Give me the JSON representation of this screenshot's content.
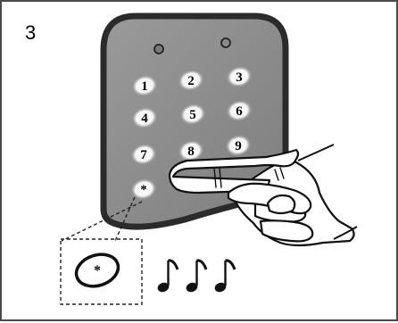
{
  "step": {
    "number": "3"
  },
  "keypad": {
    "keys": [
      "1",
      "2",
      "3",
      "4",
      "5",
      "6",
      "7",
      "8",
      "9",
      "*"
    ]
  },
  "zoom": {
    "key": "*"
  },
  "icons": {
    "indicator_lights": [
      "led-icon",
      "led-icon"
    ],
    "sound": "musical-note-icon",
    "hand": "pointing-hand-icon"
  },
  "colors": {
    "keypad_body": "#8c8c8c",
    "keypad_border": "#2b2b2b",
    "frame": "#4a4a4a"
  }
}
